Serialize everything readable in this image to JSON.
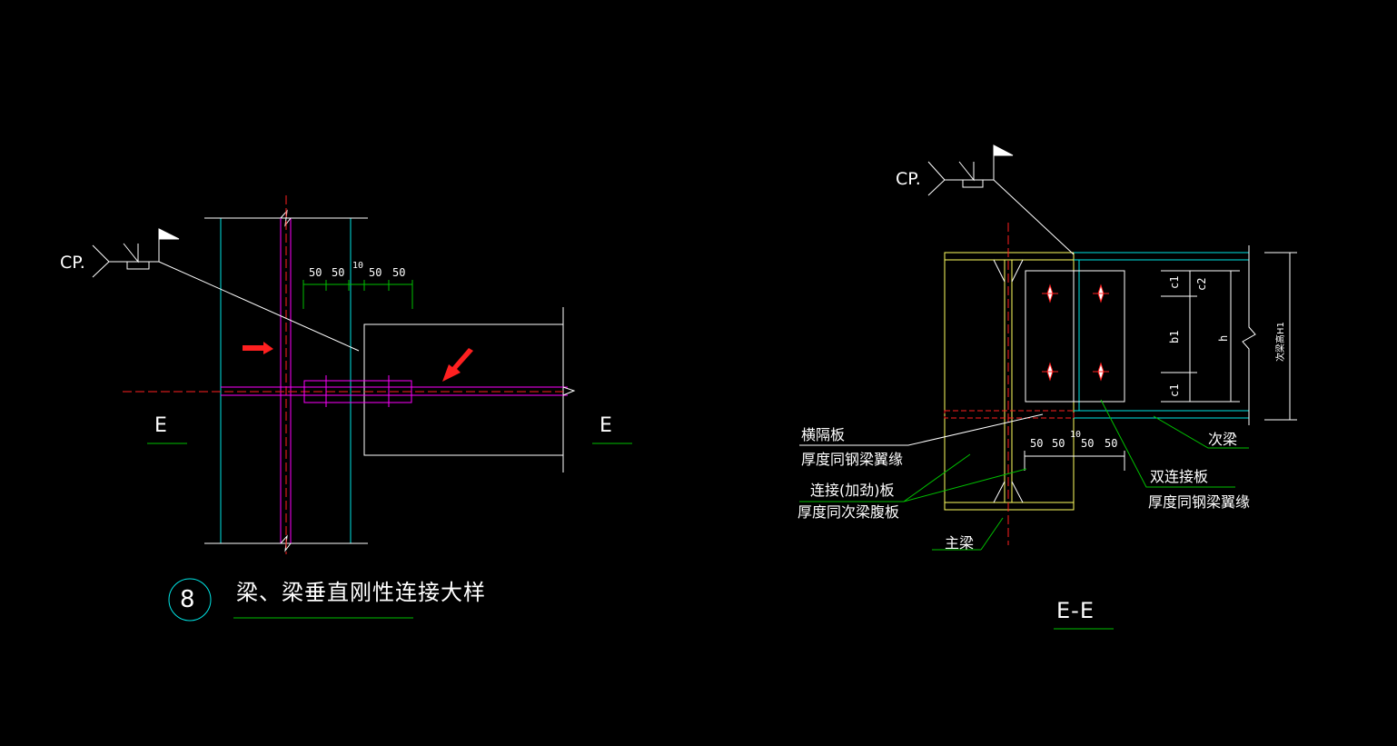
{
  "colors": {
    "background": "#000000",
    "cyan": "#00e5e5",
    "magenta": "#ff00ff",
    "red": "#ff2020",
    "white": "#ffffff",
    "green": "#00c000",
    "yellow": "#ffff60"
  },
  "left_detail": {
    "weld_code": "CP.",
    "dims": [
      "50",
      "50",
      "10",
      "50",
      "50"
    ],
    "section_mark_left": "E",
    "section_mark_right": "E",
    "detail_number": "8",
    "title": "梁、梁垂直刚性连接大样"
  },
  "right_detail": {
    "weld_code": "CP.",
    "dims": [
      "50",
      "50",
      "10",
      "50",
      "50"
    ],
    "side_dims": {
      "c1_top": "c1",
      "b1": "b1",
      "c1_bottom": "c1",
      "c2": "c2",
      "h": "h",
      "total": "次梁高H1"
    },
    "labels": {
      "stiffener_1": "横隔板",
      "stiffener_2": "厚度同钢梁翼缘",
      "plate_1": "连接(加劲)板",
      "plate_2": "厚度同次梁腹板",
      "main_beam": "主梁",
      "double_plate_1": "双连接板",
      "double_plate_2": "厚度同钢梁翼缘",
      "secondary_beam": "次梁"
    },
    "section_title": "E-E"
  }
}
